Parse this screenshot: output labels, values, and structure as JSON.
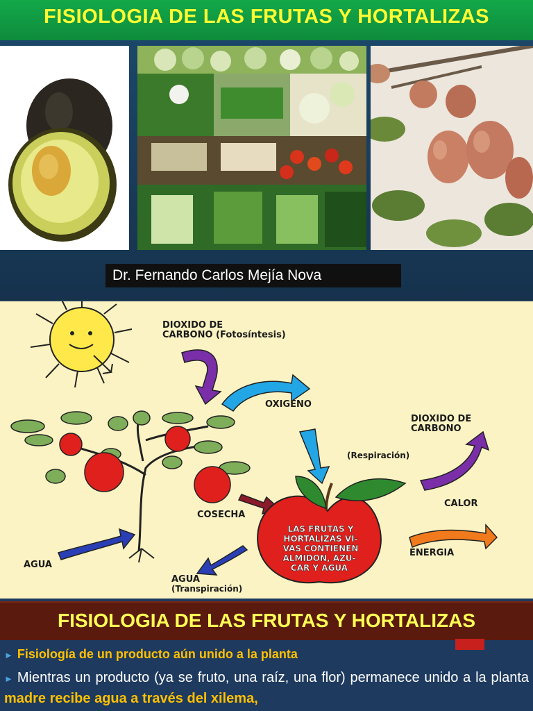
{
  "slide1": {
    "title": "FISIOLOGIA DE LAS FRUTAS Y HORTALIZAS",
    "author": "Dr. Fernando Carlos Mejía Nova"
  },
  "diagram": {
    "labels": {
      "co2_photosynthesis_1": "DIOXIDO DE",
      "co2_photosynthesis_2": "CARBONO (Fotosíntesis)",
      "oxygen": "OXIGENO",
      "co2_out_1": "DIOXIDO DE",
      "co2_out_2": "CARBONO",
      "respiration": "(Respiración)",
      "heat": "CALOR",
      "harvest": "COSECHA",
      "energy": "ENERGIA",
      "water": "AGUA",
      "water_transp_1": "AGUA",
      "water_transp_2": "(Transpiración)",
      "apple_1": "LAS FRUTAS Y",
      "apple_2": "HORTALIZAS VI-",
      "apple_3": "VAS CONTIENEN",
      "apple_4": "ALMIDON, AZU-",
      "apple_5": "CAR Y AGUA"
    },
    "colors": {
      "background": "#fbf3c3",
      "apple": "#e0201c",
      "purple_arrow": "#7a2fa8",
      "cyan_arrow": "#23a6e6",
      "blue_arrow": "#2a3fb6",
      "orange_arrow": "#f07a1c",
      "maroon_arrow": "#8b1a2a"
    }
  },
  "slide3": {
    "title": "FISIOLOGIA DE LAS FRUTAS Y HORTALIZAS",
    "bullet1": "Fisiología de un producto aún unido a la planta",
    "bullet2_plain": "Mientras un producto (ya se fruto, una raíz, una flor) permanece unido a la planta ",
    "bullet2_highlight": "madre recibe agua a través del xilema,",
    "bullet_marker": "►"
  }
}
